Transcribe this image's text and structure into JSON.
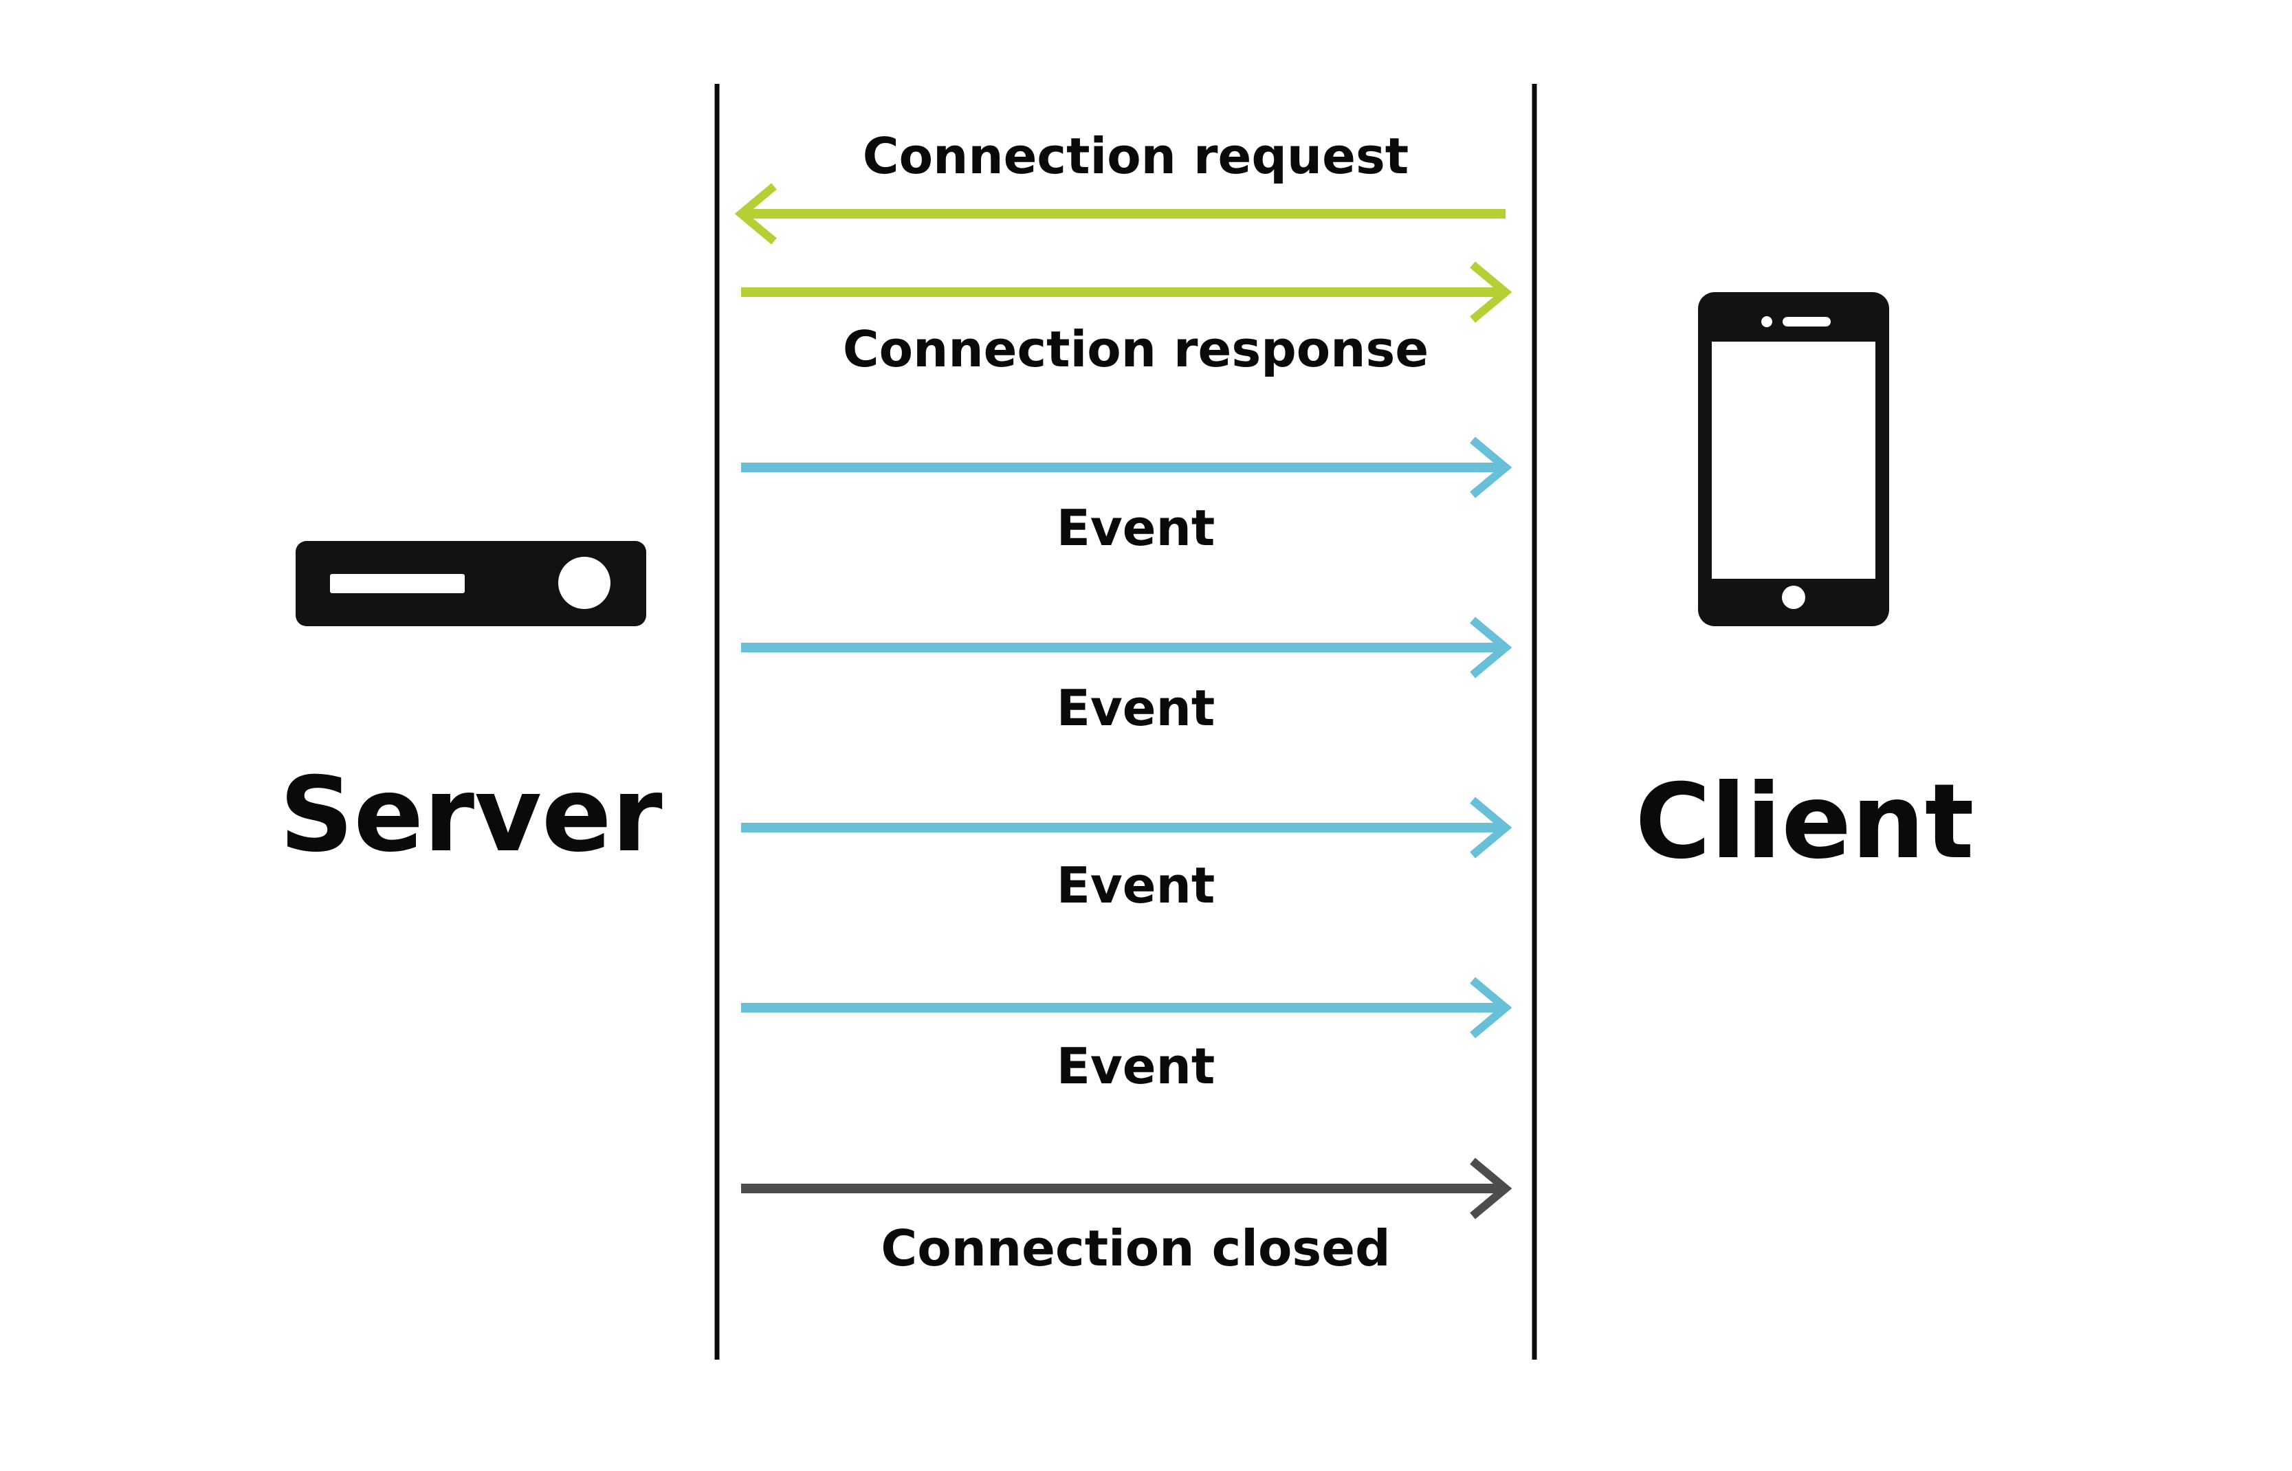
{
  "actors": {
    "server": {
      "label": "Server",
      "icon": "server-icon"
    },
    "client": {
      "label": "Client",
      "icon": "smartphone-icon"
    }
  },
  "colors": {
    "handshake": "#b5cf35",
    "event": "#67bfd8",
    "close": "#4d4d4d",
    "lifeline": "#0a0a0a",
    "icon": "#121212"
  },
  "messages": [
    {
      "label": "Connection request",
      "direction": "to-server",
      "kind": "handshake"
    },
    {
      "label": "Connection response",
      "direction": "to-client",
      "kind": "handshake"
    },
    {
      "label": "Event",
      "direction": "to-client",
      "kind": "event"
    },
    {
      "label": "Event",
      "direction": "to-client",
      "kind": "event"
    },
    {
      "label": "Event",
      "direction": "to-client",
      "kind": "event"
    },
    {
      "label": "Event",
      "direction": "to-client",
      "kind": "event"
    },
    {
      "label": "Connection closed",
      "direction": "to-client",
      "kind": "close"
    }
  ]
}
